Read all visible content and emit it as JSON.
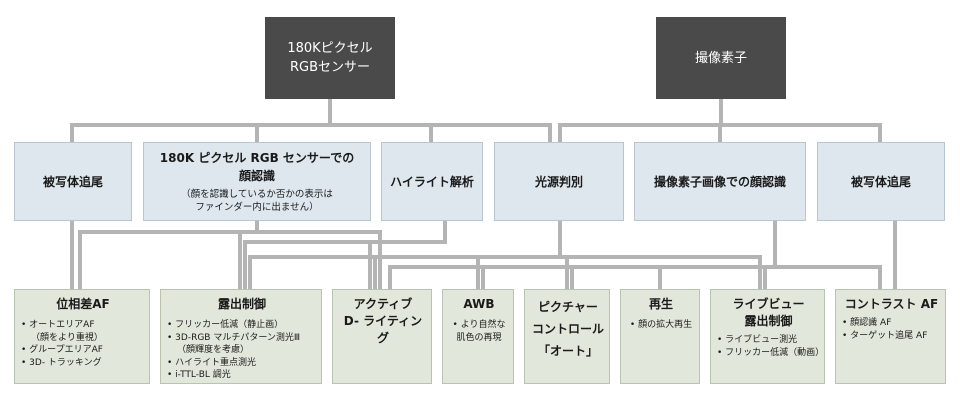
{
  "top": {
    "sensor": [
      "180Kピクセル",
      "RGBセンサー"
    ],
    "imager": "撮像素子"
  },
  "middle": {
    "subject_tracking_left": "被写体追尾",
    "rgb_face": {
      "title": [
        "180K ピクセル RGB センサーでの",
        "顔認識"
      ],
      "note": [
        "（顔を認識しているか否かの表示は",
        "ファインダー内に出ません）"
      ]
    },
    "highlight": "ハイライト解析",
    "light_source": "光源判別",
    "imager_face": "撮像素子画像での顔認識",
    "subject_tracking_right": "被写体追尾"
  },
  "bottom": {
    "phase_af": {
      "title": "位相差AF",
      "items": [
        "オートエリアAF",
        "（顔をより重視）",
        "グループエリアAF",
        "3D- トラッキング"
      ]
    },
    "exposure": {
      "title": "露出制御",
      "items": [
        "フリッカー低減（静止画）",
        "3D-RGB マルチパターン測光Ⅲ",
        "（顔輝度を考慮）",
        "ハイライト重点測光",
        "i-TTL-BL 調光"
      ]
    },
    "adl": {
      "title": [
        "アクティブ",
        "D- ライティング"
      ]
    },
    "awb": {
      "title": "AWB",
      "note": [
        "• より自然な",
        "肌色の再現"
      ]
    },
    "picture": {
      "title": [
        "ピクチャー",
        "コントロール",
        "「オート」"
      ]
    },
    "playback": {
      "title": "再生",
      "note": "• 顔の拡大再生"
    },
    "liveview": {
      "title": [
        "ライブビュー",
        "露出制御"
      ],
      "items": [
        "ライブビュー測光",
        "フリッカー低減（動画）"
      ]
    },
    "contrast_af": {
      "title": "コントラスト AF",
      "items": [
        "顔認識 AF",
        "ターゲット追尾 AF"
      ]
    }
  },
  "colors": {
    "top_box": "#4a4a4a",
    "middle_box": "#dde7ed",
    "bottom_box": "#e1e8db",
    "connector": "#b4b4b4"
  }
}
